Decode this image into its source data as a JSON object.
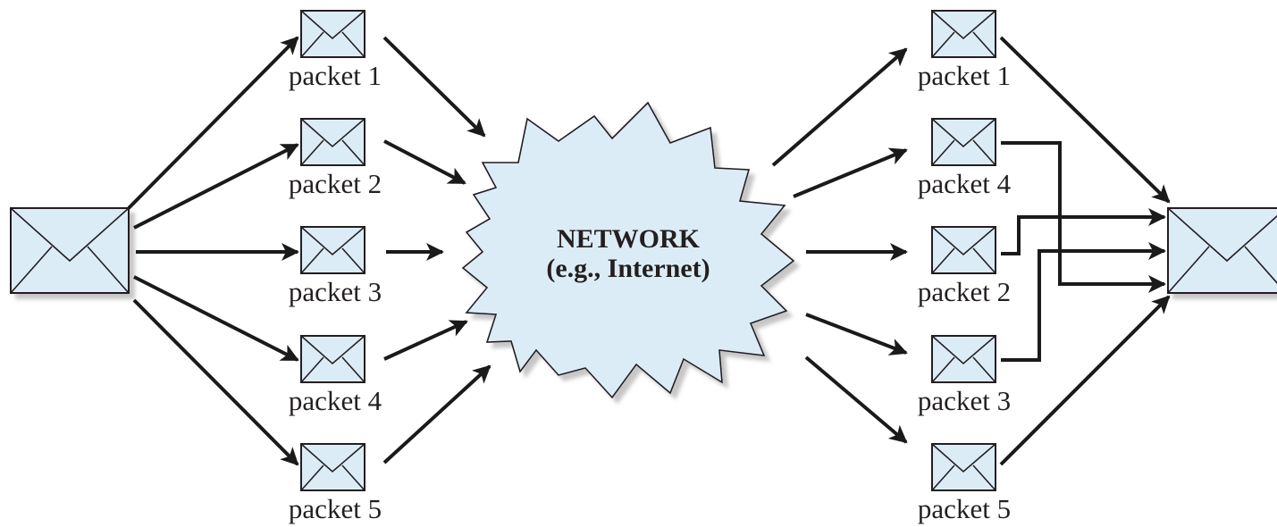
{
  "network": {
    "line1": "NETWORK",
    "line2": "(e.g., Internet)"
  },
  "outgoing_packets": [
    {
      "label": "packet 1"
    },
    {
      "label": "packet 2"
    },
    {
      "label": "packet 3"
    },
    {
      "label": "packet 4"
    },
    {
      "label": "packet 5"
    }
  ],
  "incoming_packets": [
    {
      "label": "packet 1"
    },
    {
      "label": "packet 4"
    },
    {
      "label": "packet 2"
    },
    {
      "label": "packet 3"
    },
    {
      "label": "packet 5"
    }
  ],
  "colors": {
    "envelope_fill": "#dcecf7",
    "envelope_stroke": "#231f20",
    "cloud_fill": "#dcecf7",
    "arrow": "#1a1a1a",
    "shadow": "#c8c8c8"
  },
  "icons": {
    "message": "envelope-icon",
    "packet": "envelope-icon",
    "network": "cloud-burst-icon"
  }
}
